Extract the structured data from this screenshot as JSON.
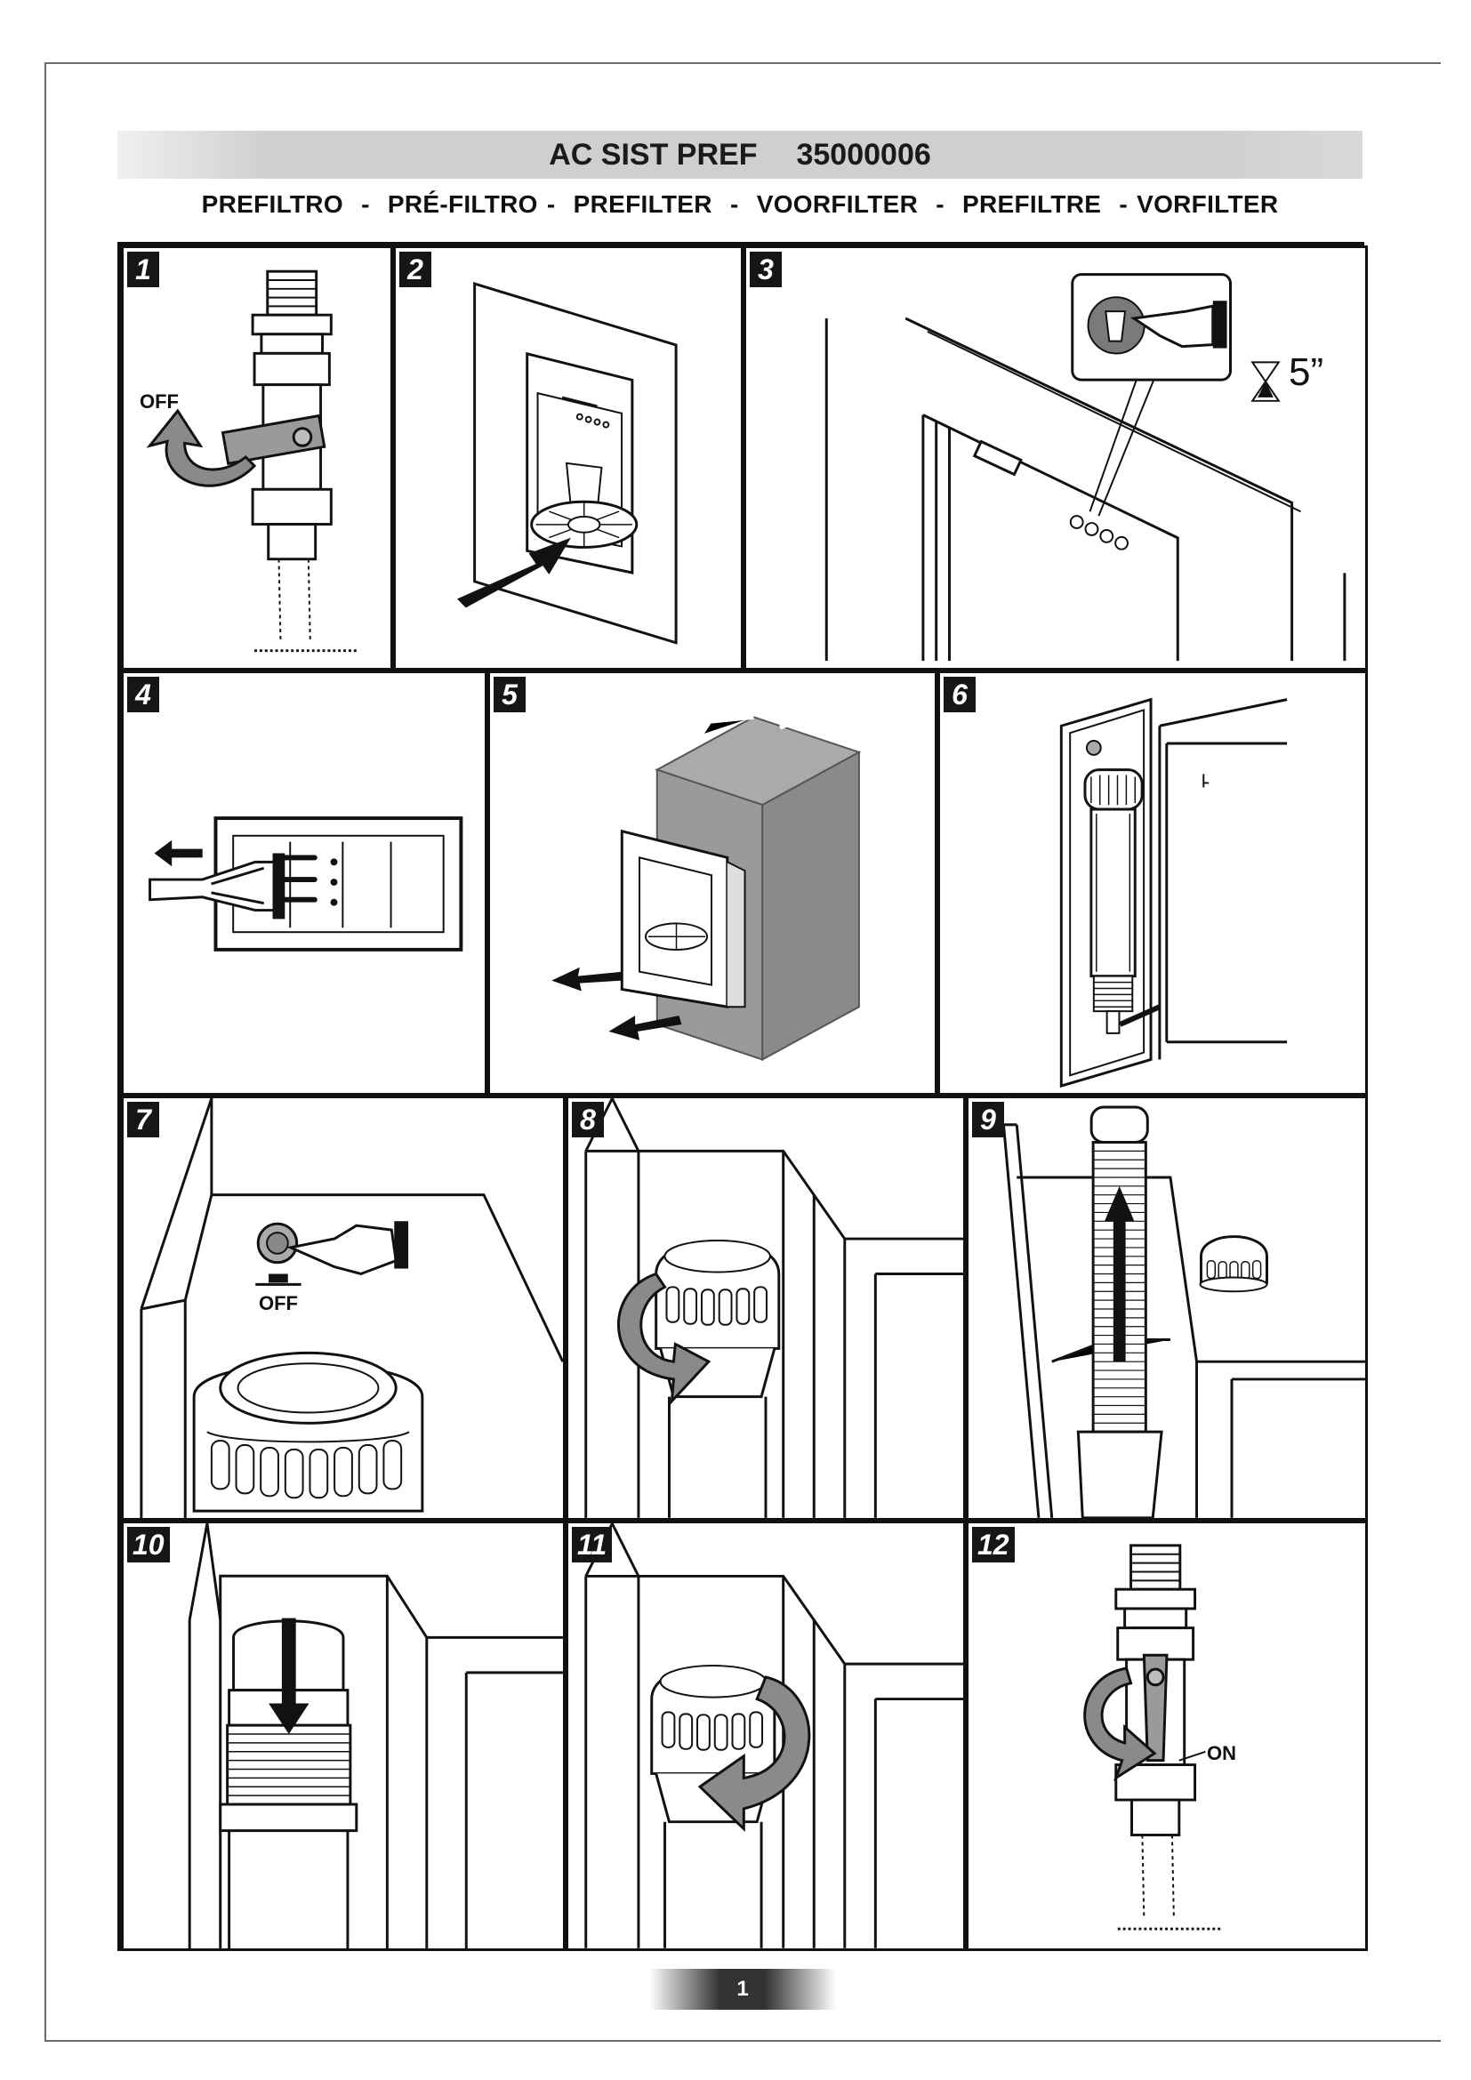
{
  "header": {
    "title": "AC SIST PREF",
    "code": "35000006",
    "subtitle": "PREFILTRO  -  PRÉ-FILTRO -  PREFILTER  -  VOORFILTER  -  PREFILTRE  - VORFILTER"
  },
  "steps": [
    {
      "number": "1",
      "label": "OFF"
    },
    {
      "number": "2"
    },
    {
      "number": "3",
      "time": "5”"
    },
    {
      "number": "4"
    },
    {
      "number": "5"
    },
    {
      "number": "6"
    },
    {
      "number": "7",
      "label": "OFF"
    },
    {
      "number": "8"
    },
    {
      "number": "9"
    },
    {
      "number": "10"
    },
    {
      "number": "11"
    },
    {
      "number": "12",
      "label": "ON"
    }
  ],
  "footer": {
    "page_number": "1"
  },
  "colors": {
    "ink": "#111111",
    "header_gray": "#cfcfcf",
    "illustration_gray": "#8a8a8a"
  }
}
